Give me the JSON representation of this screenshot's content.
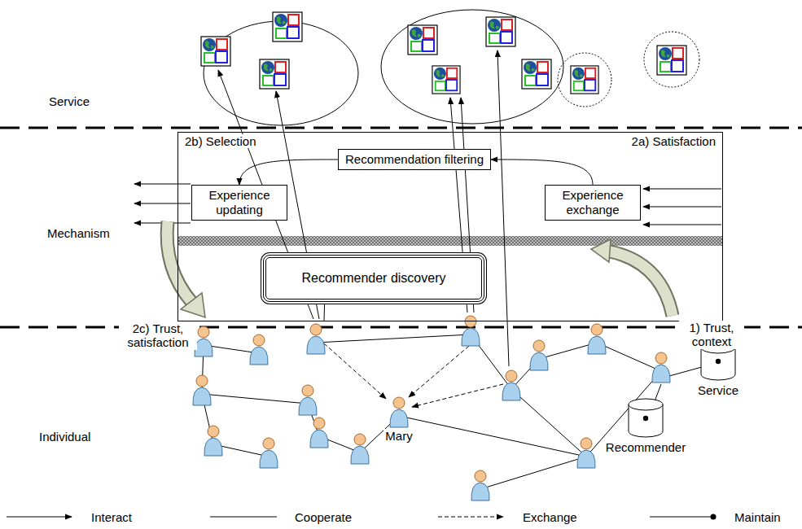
{
  "diagram": {
    "nodes": [
      {
        "text": [
          "2b) Selection",
          "2a) Satisfaction"
        ]
      },
      {
        "text": [
          "Recommendation filtering"
        ],
        "in": 0
      },
      {
        "text": [
          "Experience updating"
        ],
        "in": 0
      },
      {
        "text": [
          "Experience exchange"
        ],
        "in": 0
      },
      {
        "text": [
          "Recommender discovery"
        ],
        "in": 0
      },
      {
        "text": [
          "Mary"
        ]
      },
      {
        "text": [
          "Service"
        ]
      },
      {
        "text": [
          "Recommender"
        ]
      }
    ],
    "edges": [
      {
        "from": 1,
        "to": 2,
        "arrow": "to"
      },
      {
        "from": 3,
        "to": 1,
        "arrow": "to"
      }
    ],
    "labels": [
      "Service",
      "Mechanism",
      "Individual",
      "2c) Trust, satisfaction",
      "1) Trust, context"
    ],
    "legend": [
      {
        "text": "Interact"
      },
      {
        "text": "Cooperate"
      },
      {
        "text": "Exchange"
      },
      {
        "text": "Maintain"
      }
    ]
  }
}
